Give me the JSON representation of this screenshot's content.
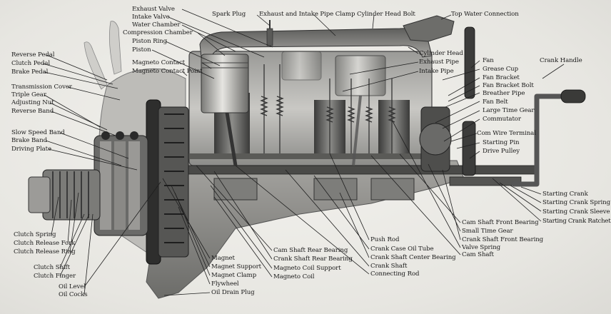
{
  "labels": {
    "exhaust_valve": "Exhaust Valve",
    "intake_valve": "Intake Valve",
    "water_chamber": "Water Chamber",
    "compression_chamber": "Compression Chamber",
    "piston_ring": "Piston Ring",
    "piston": "Piston",
    "magneto_contact": "Magneto Contact",
    "magneto_contact_point": "Magneto Contact Point",
    "spark_plug": "Spark Plug",
    "exhaust_intake_clamp": "Exhaust and Intake Pipe Clamp",
    "cylinder_head_bolt": "Cylinder Head Bolt",
    "top_water_connection": "Top Water Connection",
    "cylinder_head": "Cylinder Head",
    "exhaust_pipe": "Exhaust Pipe",
    "intake_pipe": "Intake Pipe",
    "fan": "Fan",
    "grease_cup": "Grease Cup",
    "fan_bracket": "Fan Bracket",
    "fan_bracket_bolt": "Fan Bracket Bolt",
    "breather_pipe": "Breather Pipe",
    "fan_belt": "Fan Belt",
    "large_time_gear": "Large Time Gear",
    "commutator": "Commutator",
    "com_wire_terminal": "Com Wire Terminal",
    "starting_pin": "Starting Pin",
    "drive_pulley": "Drive Pulley",
    "crank_handle": "Crank Handle",
    "reverse_pedal": "Reverse Pedal",
    "clutch_pedal": "Clutch Pedal",
    "brake_pedal": "Brake Pedal",
    "transmission_cover": "Transmission Cover",
    "triple_gear": "Triple Gear",
    "adjusting_nut": "Adjusting Nut",
    "reverse_band": "Reverse Band",
    "slow_speed_band": "Slow Speed Band",
    "brake_band": "Brake Band",
    "driving_plate": "Driving Plate",
    "clutch_spring": "Clutch Spring",
    "clutch_release_fork": "Clutch Release Fork",
    "clutch_release_ring": "Clutch Release Ring",
    "clutch_shift": "Clutch Shift",
    "clutch_finger": "Clutch Finger",
    "oil_level": "Oil Level",
    "oil_cocks": "Oil Cocks",
    "magnet": "Magnet",
    "magnet_support": "Magnet Support",
    "magnet_clamp": "Magnet Clamp",
    "flywheel": "Flywheel",
    "oil_drain_plug": "Oil Drain Plug",
    "cam_shaft_rear_bearing": "Cam Shaft Rear Bearing",
    "crank_shaft_rear_bearing": "Crank Shaft Rear Bearing",
    "magneto_coil_support": "Magneto Coil Support",
    "magneto_coil": "Magneto Coil",
    "push_rod": "Push Rod",
    "crank_case_oil_tube": "Crank Case Oil Tube",
    "crank_shaft_center_bearing": "Crank Shaft Center Bearing",
    "crank_shaft": "Crank Shaft",
    "connecting_rod": "Connecting Rod",
    "cam_shaft_front_bearing": "Cam Shaft Front Bearing",
    "small_time_gear": "Small Time Gear",
    "crank_shaft_front_bearing": "Crank Shaft Front Bearing",
    "valve_spring": "Valve Spring",
    "cam_shaft": "Cam Shaft",
    "starting_crank": "Starting Crank",
    "starting_crank_spring": "Starting Crank Spring",
    "starting_crank_sleeve": "Starting Crank Sleeve",
    "starting_crank_ratchet": "Starting Crank Ratchet"
  },
  "colors": {
    "paper": "#ecebe6",
    "metal_dark": "#2a2a2a",
    "metal_mid": "#6f6f6f",
    "metal_light": "#b9b9b6",
    "leader": "#1e1e1e"
  }
}
